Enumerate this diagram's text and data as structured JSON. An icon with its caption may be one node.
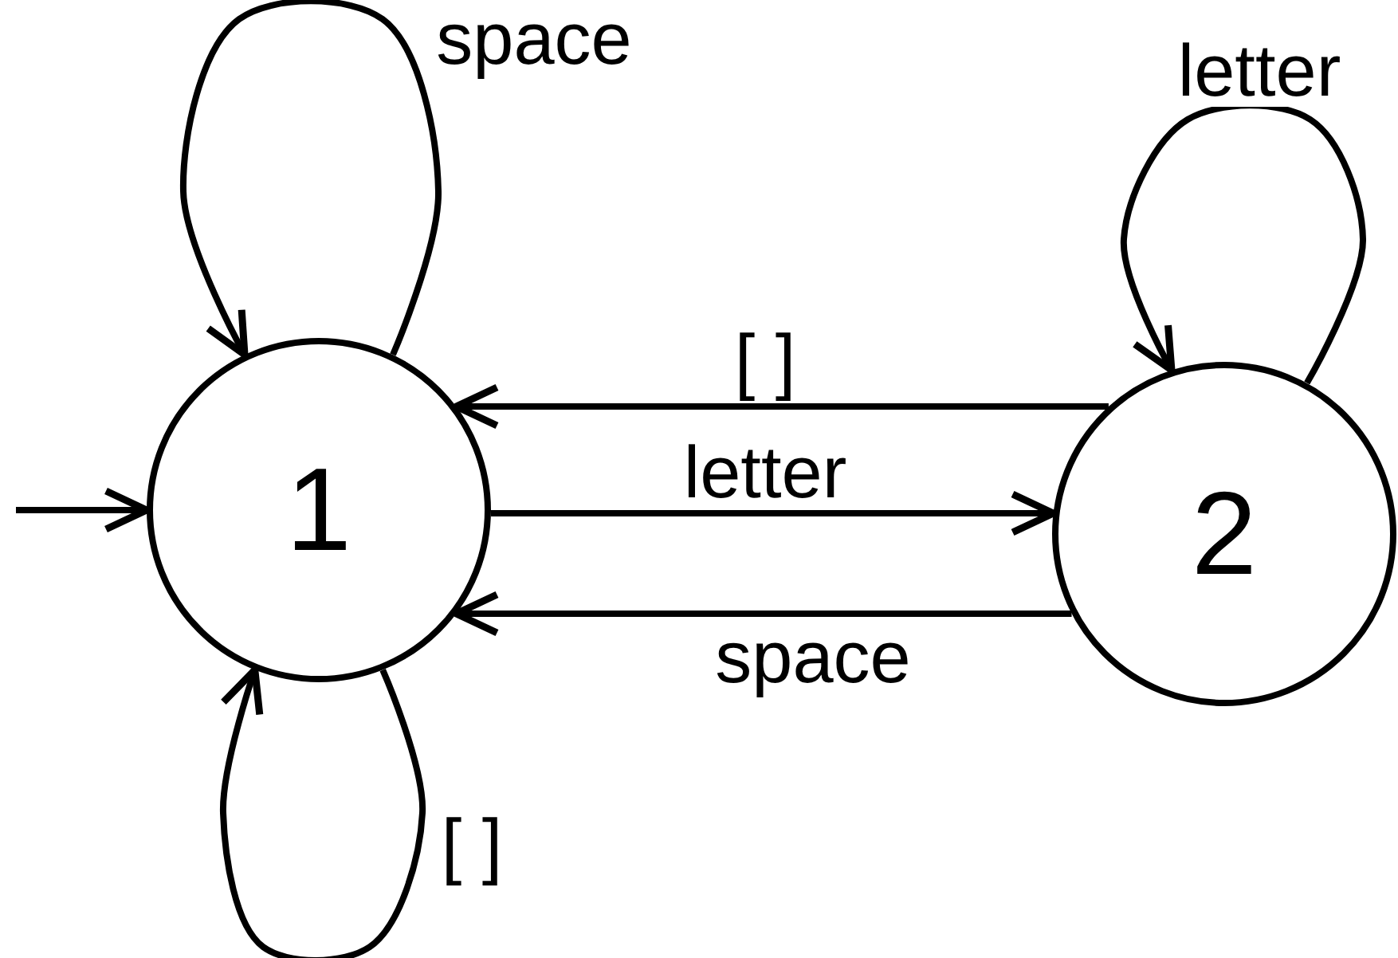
{
  "diagram": {
    "nodes": [
      {
        "text": [
          "1"
        ]
      },
      {
        "text": [
          "2"
        ]
      }
    ],
    "edges": [
      {
        "from": null,
        "to": 0,
        "arrow": "to"
      },
      {
        "from": 0,
        "to": 0,
        "arrow": "to",
        "label": "space"
      },
      {
        "from": 1,
        "to": 1,
        "arrow": "to",
        "label": "letter"
      },
      {
        "from": 1,
        "to": 0,
        "arrow": "to",
        "label": "[ ]"
      },
      {
        "from": 0,
        "to": 1,
        "arrow": "to",
        "label": "letter"
      },
      {
        "from": 1,
        "to": 0,
        "arrow": "to",
        "label": "space"
      },
      {
        "from": 0,
        "to": 0,
        "arrow": "to",
        "label": "[ ]"
      }
    ]
  }
}
